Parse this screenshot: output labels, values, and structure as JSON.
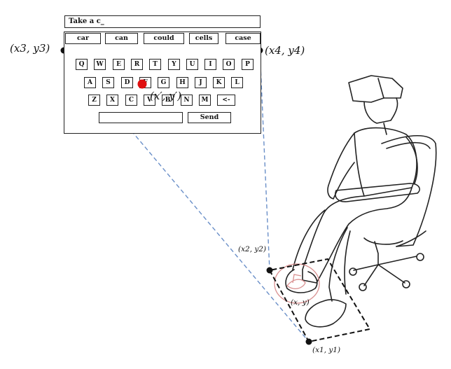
{
  "keyboard": {
    "text_field_value": "Take a c_",
    "suggestions": [
      "car",
      "can",
      "could",
      "cells",
      "case"
    ],
    "rows": [
      [
        "Q",
        "W",
        "E",
        "R",
        "T",
        "Y",
        "U",
        "I",
        "O",
        "P"
      ],
      [
        "A",
        "S",
        "D",
        "F",
        "G",
        "H",
        "J",
        "K",
        "L"
      ],
      [
        "Z",
        "X",
        "C",
        "V",
        "B",
        "N",
        "M",
        "<-"
      ]
    ],
    "send_label": "Send"
  },
  "labels": {
    "corner_top_left": "(x3, y3)",
    "corner_top_right": "(x4, y4)",
    "gaze_point": "(x′, y′)",
    "foot_corner_top": "(x2, y2)",
    "foot_point": "(x, y)",
    "foot_corner_bottom": "(x1, y1)"
  },
  "colors": {
    "projection_line": "#6a8fc8",
    "gaze_dot": "#e01010",
    "foot_circle": "#d99090",
    "outline": "#222222"
  }
}
